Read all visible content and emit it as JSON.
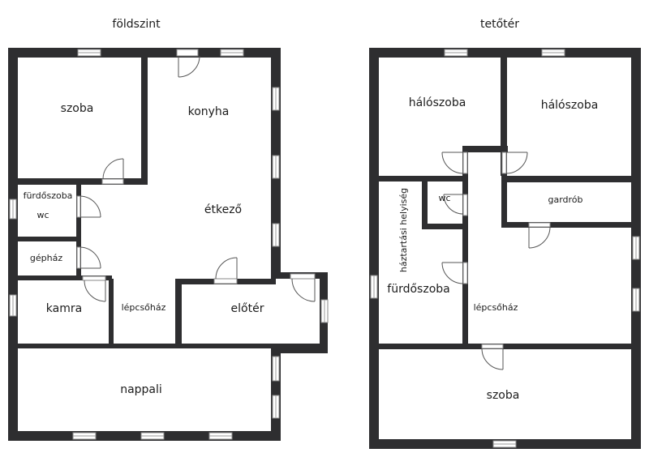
{
  "floors": [
    {
      "title": "földszint",
      "rooms": [
        {
          "name": "szoba"
        },
        {
          "name": "konyha"
        },
        {
          "name": "fürdőszoba"
        },
        {
          "name": "wc"
        },
        {
          "name": "étkező"
        },
        {
          "name": "gépház"
        },
        {
          "name": "kamra"
        },
        {
          "name": "lépcsőház"
        },
        {
          "name": "előtér"
        },
        {
          "name": "nappali"
        }
      ]
    },
    {
      "title": "tetőtér",
      "rooms": [
        {
          "name": "hálószoba"
        },
        {
          "name": "hálószoba"
        },
        {
          "name": "wc"
        },
        {
          "name": "gardrób"
        },
        {
          "name": "háztartási helyiség"
        },
        {
          "name": "fürdőszoba"
        },
        {
          "name": "lépcsőház"
        },
        {
          "name": "szoba"
        }
      ]
    }
  ],
  "colors": {
    "wall": "#2e2e30",
    "background": "#ffffff"
  }
}
